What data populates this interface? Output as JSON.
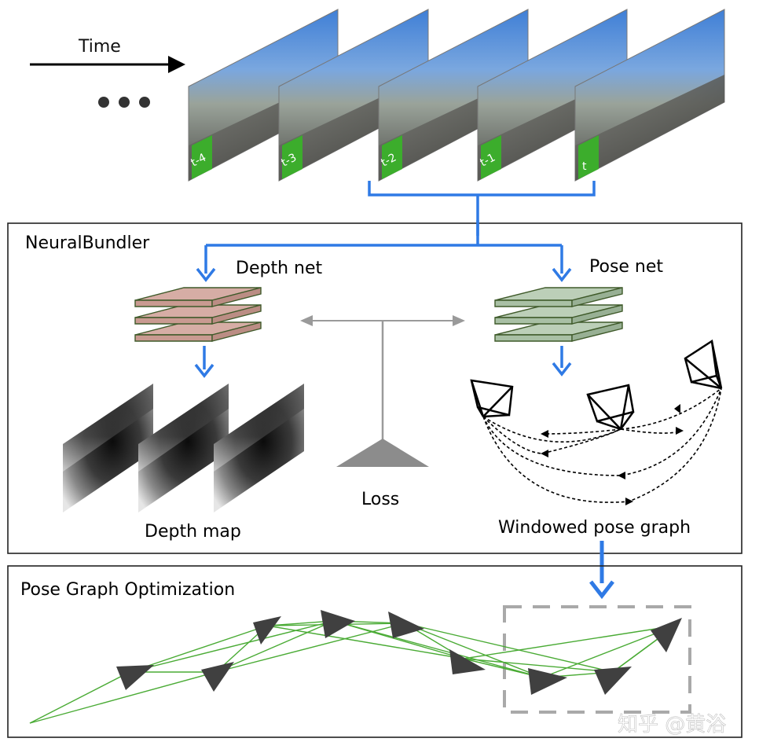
{
  "timeline": {
    "time_label": "Time",
    "frames": [
      "t-4",
      "t-3",
      "t-2",
      "t-1",
      "t"
    ]
  },
  "neural_bundler": {
    "title": "NeuralBundler",
    "depth_net_label": "Depth net",
    "pose_net_label": "Pose net",
    "loss_label": "Loss",
    "depth_map_label": "Depth map",
    "pose_graph_label": "Windowed pose graph"
  },
  "pgo": {
    "title": "Pose Graph Optimization"
  },
  "watermark": "知乎 @黄浴",
  "colors": {
    "arrow_blue": "#2f7ae5",
    "depth_net_fill": "#d9b0a8",
    "pose_net_fill": "#b9cdb5",
    "graph_edge": "#4aab35",
    "frame_tag": "#3cad2c",
    "pose_triangle": "#404040",
    "loss_gray": "#9a9a9a"
  }
}
